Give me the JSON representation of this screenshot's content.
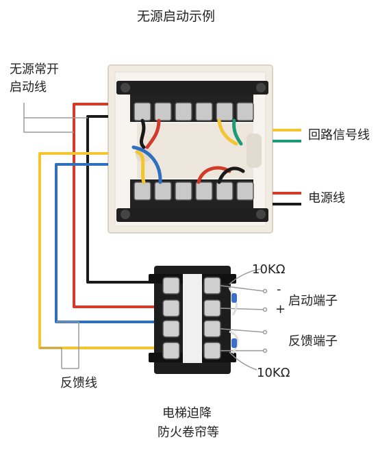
{
  "title": "无源启动示例",
  "labels": {
    "passive_no_line_1": "无源常开",
    "passive_no_line_2": "启动线",
    "loop_signal": "回路信号线",
    "power_line": "电源线",
    "start_terminal": "启动端子",
    "feedback_terminal": "反馈端子",
    "feedback_line": "反馈线",
    "resistor_top": "10KΩ",
    "resistor_bottom": "10KΩ",
    "minus": "-",
    "plus": "+",
    "device_line_1": "电梯迫降",
    "device_line_2": "防火卷帘等"
  },
  "colors": {
    "red": "#d23a2a",
    "black": "#1a1a1a",
    "yellow": "#f2c531",
    "blue": "#2f6fc0",
    "green": "#1e9a78",
    "gray": "#9a9a9a",
    "module_body": "#efe9e0"
  }
}
